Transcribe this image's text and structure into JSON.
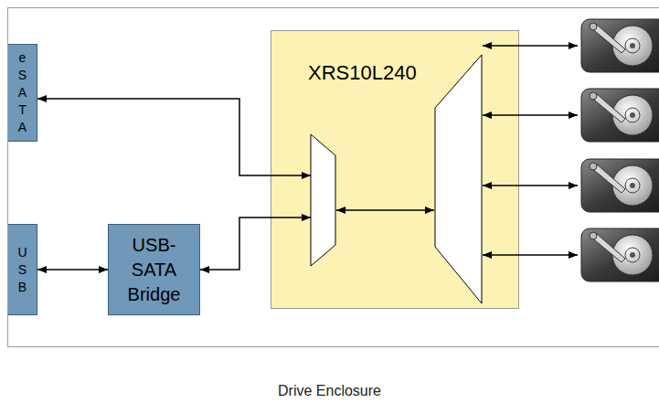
{
  "diagram": {
    "caption": "Drive Enclosure",
    "nodes": [
      {
        "text": [
          "eSATA"
        ]
      },
      {
        "text": [
          "XRS10L240"
        ]
      },
      {
        "text": [
          "USB"
        ]
      },
      {
        "text": [
          "USB- SATA Bridge"
        ]
      }
    ],
    "edges": [
      {
        "from": 1,
        "to": 0,
        "arrow": "both"
      },
      {
        "from": 2,
        "to": 3,
        "arrow": "both"
      },
      {
        "from": 3,
        "to": 1,
        "arrow": "both"
      }
    ]
  }
}
